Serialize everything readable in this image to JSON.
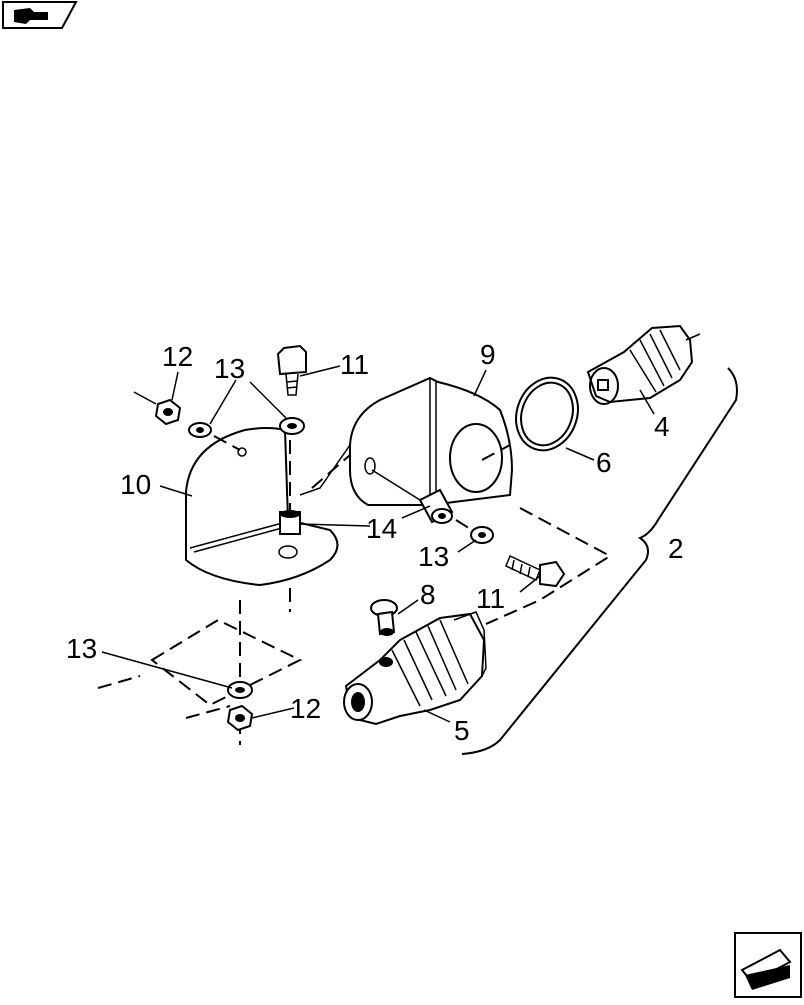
{
  "callouts": {
    "c12_top": "12",
    "c13_top": "13",
    "c11_top": "11",
    "c9": "9",
    "c4": "4",
    "c6": "6",
    "c10": "10",
    "c14": "14",
    "c13_mid": "13",
    "c2": "2",
    "c11_mid": "11",
    "c8": "8",
    "c13_bot": "13",
    "c12_bot": "12",
    "c5": "5"
  },
  "icons": {
    "top_left": "book-arrow-icon",
    "bottom_right": "page-arrow-icon"
  }
}
